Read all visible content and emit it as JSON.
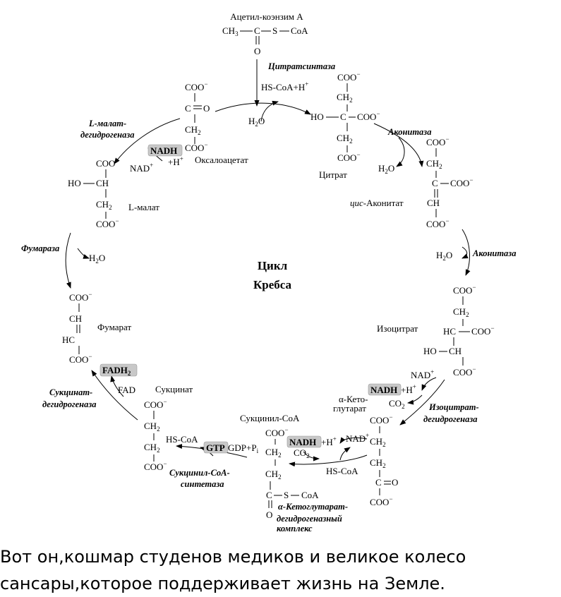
{
  "cycle_title": [
    "Цикл",
    "Кребса"
  ],
  "caption": [
    "Вот он,кошмар студенов медиков и великое колесо",
    "сансары,которое поддерживает жизнь на Земле."
  ],
  "compounds": {
    "acetyl_coa": "Ацетил-коэнзим А",
    "citrate": "Цитрат",
    "cis_aconitate_prefix": "цис-",
    "cis_aconitate": "Аконитат",
    "isocitrate": "Изоцитрат",
    "ketoglutarate_1": "α-Кето-",
    "ketoglutarate_2": "глутарат",
    "succinyl_coa": "Сукцинил-CoA",
    "succinate": "Сукцинат",
    "fumarate": "Фумарат",
    "malate": "L-малат",
    "oxaloacetate": "Оксалоацетат"
  },
  "enzymes": {
    "citrate_synthase": "Цитратсинтаза",
    "aconitase": "Аконитаза",
    "isocitrate_dh_1": "Изоцитрат-",
    "isocitrate_dh_2": "дегидрогеназа",
    "akg_dh_1": "α-Кетоглутарат-",
    "akg_dh_2": "дегидрогеназный",
    "akg_dh_3": "комплекс",
    "succinyl_synthetase_1": "Сукцинил-CoA-",
    "succinyl_synthetase_2": "синтетаза",
    "succinate_dh_1": "Сукцинат-",
    "succinate_dh_2": "дегидрогеназа",
    "fumarase": "Фумараза",
    "malate_dh_1": "L-малат-",
    "malate_dh_2": "дегидрогеназа"
  },
  "cofactors": {
    "h2o": "H2O",
    "hs_coa_h": "HS-CoA+H+",
    "hs_coa": "HS-CoA",
    "nad": "NAD+",
    "nadh": "NADH",
    "plus_h": "+H+",
    "co2": "CO2",
    "gtp": "GTP",
    "gdp_pi": "GDP+Pi",
    "fad": "FAD",
    "fadh2": "FADH2"
  },
  "highlight_color": "#c8c8c8"
}
